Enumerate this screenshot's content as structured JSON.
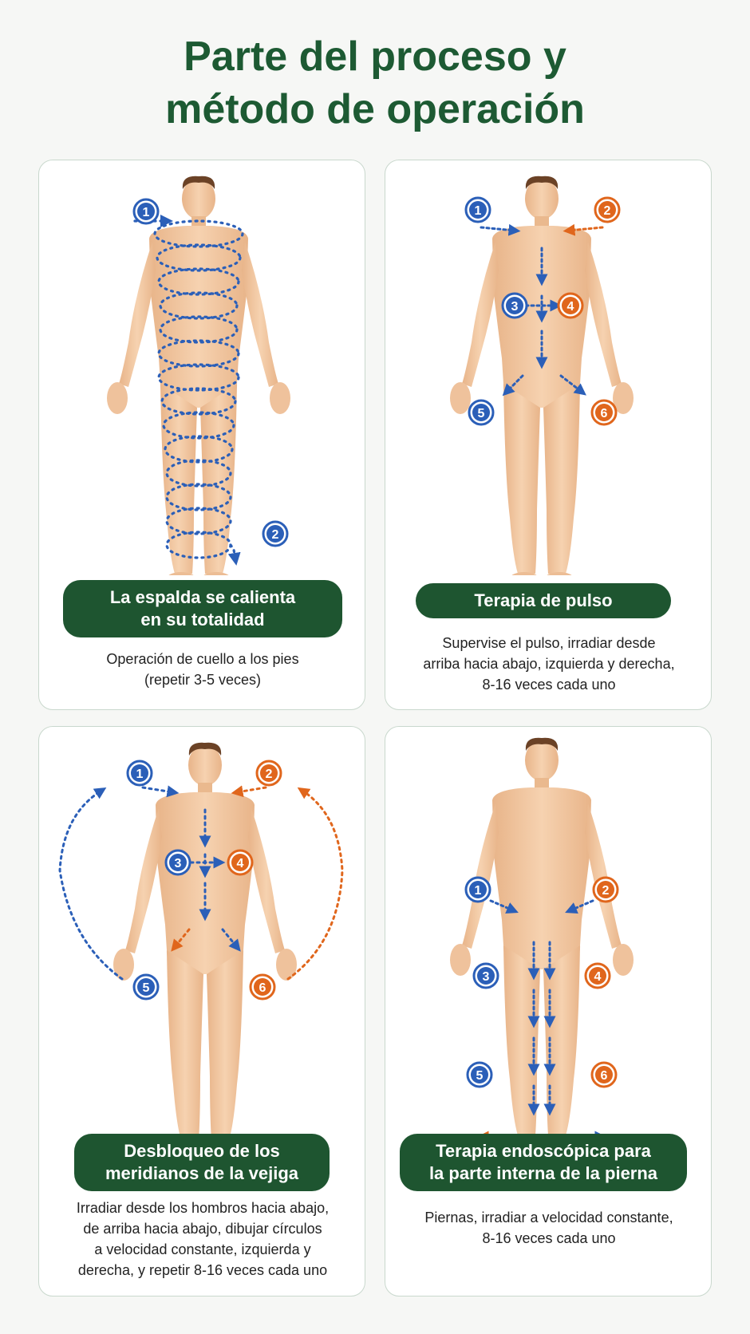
{
  "title_line1": "Parte del proceso y",
  "title_line2": "método de operación",
  "colors": {
    "green": "#1e5530",
    "blue": "#2b5fb8",
    "orange": "#e0661c",
    "skin": "#f0c39a"
  },
  "cards": [
    {
      "label_line1": "La espalda se calienta",
      "label_line2": "en su totalidad",
      "desc_line1": "Operación de cuello a los pies",
      "desc_line2": "(repetir 3-5 veces)",
      "markers": [
        "1",
        "2"
      ]
    },
    {
      "label_line1": "Terapia de pulso",
      "desc_line1": "Supervise el pulso, irradiar desde",
      "desc_line2": "arriba hacia abajo, izquierda y derecha,",
      "desc_line3": "8-16 veces cada uno",
      "markers": [
        "1",
        "2",
        "3",
        "4",
        "5",
        "6"
      ]
    },
    {
      "label_line1": "Desbloqueo de los",
      "label_line2": "meridianos de la vejiga",
      "desc_line1": "Irradiar desde los hombros hacia abajo,",
      "desc_line2": "de arriba hacia abajo, dibujar círculos",
      "desc_line3": "a velocidad constante, izquierda y",
      "desc_line4": "derecha, y repetir 8-16 veces cada uno",
      "markers": [
        "1",
        "2",
        "3",
        "4",
        "5",
        "6"
      ]
    },
    {
      "label_line1": "Terapia endoscópica para",
      "label_line2": "la parte interna de la pierna",
      "desc_line1": "Piernas, irradiar a velocidad constante,",
      "desc_line2": "8-16 veces cada uno",
      "markers": [
        "1",
        "2",
        "3",
        "4",
        "5",
        "6"
      ]
    }
  ]
}
